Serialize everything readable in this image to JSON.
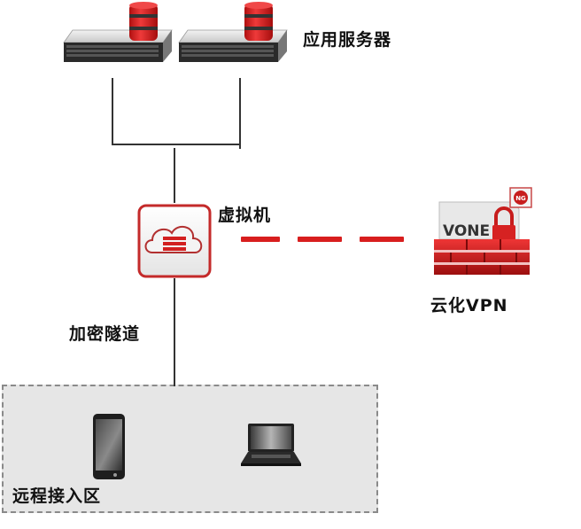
{
  "diagram": {
    "nodes": {
      "app_servers": {
        "label": "应用服务器",
        "count": 2,
        "icon": "server-with-database-icon"
      },
      "vm": {
        "label": "虚拟机",
        "icon": "cloud-server-icon"
      },
      "vpn": {
        "label": "云化VPN",
        "badge_text": "VONE",
        "corner_badge": "NG",
        "icon": "firewall-lock-icon"
      },
      "tunnel": {
        "label": "加密隧道"
      },
      "remote_zone": {
        "label": "远程接入区",
        "devices": [
          {
            "name": "smartphone",
            "icon": "smartphone-icon"
          },
          {
            "name": "laptop",
            "icon": "laptop-icon"
          }
        ]
      }
    },
    "edges": [
      {
        "from": "app_servers",
        "to": "vm",
        "style": "solid"
      },
      {
        "from": "vm",
        "to": "vpn",
        "style": "dashed"
      },
      {
        "from": "vm",
        "to": "remote_zone",
        "style": "solid",
        "label": "加密隧道"
      }
    ],
    "colors": {
      "accent_red": "#d81e1e",
      "line": "#333333",
      "zone_fill": "#e6e6e6",
      "zone_border": "#8a8a8a"
    }
  }
}
